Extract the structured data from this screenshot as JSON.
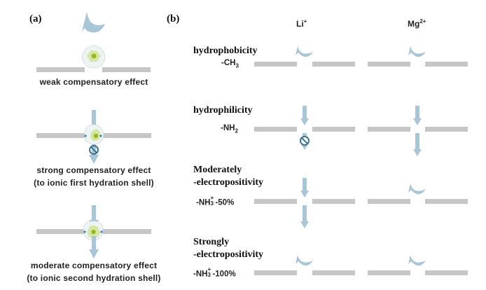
{
  "panel_a": {
    "label": "(a)",
    "items": [
      {
        "caption_line1": "weak compensatory effect",
        "caption_line2": "",
        "outcome": "rejected"
      },
      {
        "caption_line1": "strong compensatory effect",
        "caption_line2": "(to ionic first hydration shell)",
        "outcome": "blocked"
      },
      {
        "caption_line1": "moderate compensatory effect",
        "caption_line2": "(to ionic second hydration shell)",
        "outcome": "passes"
      }
    ]
  },
  "panel_b": {
    "label": "(b)",
    "columns": [
      {
        "ion": "Li",
        "charge": "+"
      },
      {
        "ion": "Mg",
        "charge": "2+"
      }
    ],
    "rows": [
      {
        "title_line1": "hydrophobicity",
        "title_line2": "",
        "group_prefix": "-CH",
        "group_sub": "3",
        "group_sup": "",
        "group_suffix": "",
        "li": "rejected",
        "mg": "rejected"
      },
      {
        "title_line1": "hydrophilicity",
        "title_line2": "",
        "group_prefix": "-NH",
        "group_sub": "2",
        "group_sup": "",
        "group_suffix": "",
        "li": "blocked",
        "mg": "passes"
      },
      {
        "title_line1": "Moderately",
        "title_line2": "-electropositivity",
        "group_prefix": "-NH",
        "group_sub": "3",
        "group_sup": "+",
        "group_suffix": "-50%",
        "li": "passes",
        "mg": "rejected"
      },
      {
        "title_line1": "Strongly",
        "title_line2": "-electropositivity",
        "group_prefix": "-NH",
        "group_sub": "3",
        "group_sup": "+",
        "group_suffix": "-100%",
        "li": "rejected",
        "mg": "rejected"
      }
    ]
  },
  "colors": {
    "membrane": "#c6c6c6",
    "arrow": "#a9c6d8",
    "block": "#3f7394",
    "hydration_shell": "#eef4f4",
    "ion_inner": "#d6e6a6",
    "ion_core": "#9ab81e",
    "site_dot": "#3b7fc4"
  }
}
